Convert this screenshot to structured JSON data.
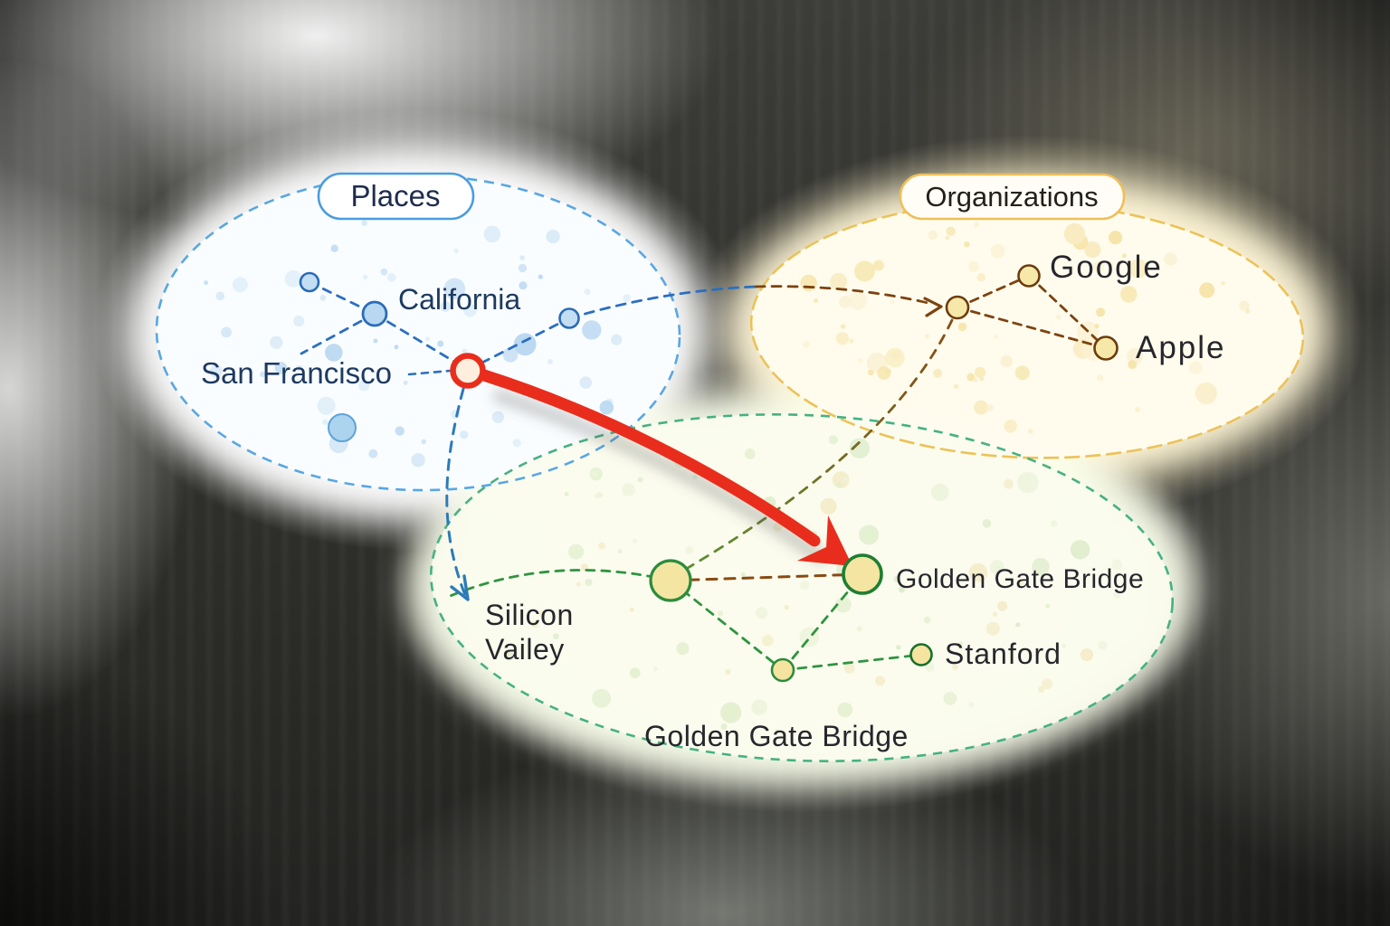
{
  "clusters": {
    "places": {
      "title": "Places"
    },
    "organizations": {
      "title": "Organizations"
    }
  },
  "caption": "Golden Gate Bridge",
  "nodes": {
    "california": {
      "label": "California"
    },
    "san_francisco": {
      "label": "San Francisco"
    },
    "google": {
      "label": "Google"
    },
    "apple": {
      "label": "Apple"
    },
    "golden_gate_bridge": {
      "label": "Golden Gate Bridge"
    },
    "stanford": {
      "label": "Stanford"
    },
    "silicon_valley": {
      "label_line1": "Silicon",
      "label_line2": "Vailey"
    }
  },
  "colors": {
    "places_border": "#58a7e3",
    "places_edge": "#2a6fc2",
    "places_node_fill": "#c3def2",
    "organizations_border": "#ecc258",
    "organizations_edge": "#7d430f",
    "organizations_node_fill": "#f6e8a8",
    "landmarks_border": "#46b183",
    "landmarks_edge": "#2f9440",
    "landmarks_node_fill": "#f4e5a2",
    "highlight_red": "#e92d1c",
    "sf_node_fill": "#fdeedd"
  }
}
